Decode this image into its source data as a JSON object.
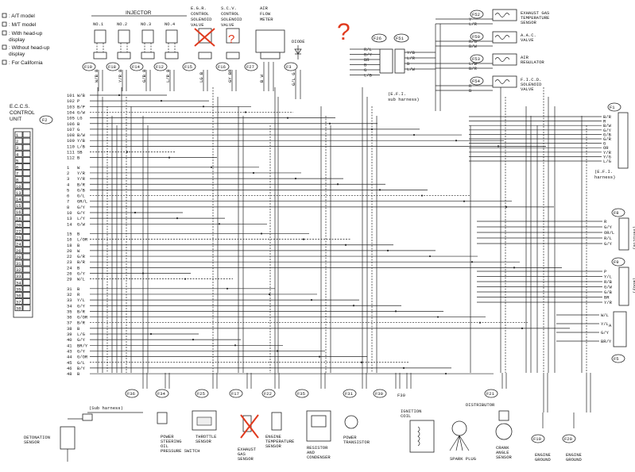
{
  "legend": [
    ": A/T model",
    ": M/T model",
    ": With head-up",
    "  display",
    ": Without head-up",
    "  display",
    ": For California"
  ],
  "ecu": {
    "title_1": "E.C.C.S.",
    "title_2": "CONTROL",
    "title_3": "UNIT",
    "connector": "F2"
  },
  "top_group_label": "INJECTOR",
  "injectors": [
    {
      "label": "NO.1",
      "conn": "F19",
      "wires": "W/B  B"
    },
    {
      "label": "NO.2",
      "conn": "F18",
      "wires": "Y/R  B"
    },
    {
      "label": "NO.3",
      "conn": "F14",
      "wires": "G/B  B"
    },
    {
      "label": "NO.4",
      "conn": "F12",
      "wires": "L/R  B"
    }
  ],
  "egr": {
    "l1": "E.G.R.",
    "l2": "CONTROL",
    "l3": "SOLENOID",
    "l4": "VALVE",
    "conn": "F15",
    "wires": "LG  B"
  },
  "scv": {
    "l1": "S.C.V.",
    "l2": "CONTROL",
    "l3": "SOLENOID",
    "l4": "VALVE",
    "conn": "F16",
    "wires": "GY  BR"
  },
  "afm": {
    "l1": "AIR",
    "l2": "FLOW",
    "l3": "METER",
    "conn": "F27",
    "wires": "B  W"
  },
  "diode": {
    "label": "DIODE",
    "conn": "F3",
    "wires": "G/L  G"
  },
  "question_marks": [
    "?",
    "?"
  ],
  "f26": {
    "conn": "F26",
    "wires": [
      "R/L",
      "B/Y",
      "BR",
      "B",
      "G",
      "L/B"
    ]
  },
  "f51": {
    "conn": "F51",
    "wires": [
      "Y/B",
      "L/R",
      "B",
      "L/W"
    ]
  },
  "efi_sub": "(E.F.I.\n sub harness)",
  "right_top": [
    {
      "conn": "F52",
      "l1": "EXHAUST GAS",
      "l2": "TEMPERATURE",
      "l3": "SENSOR",
      "wires": "Y  L/R"
    },
    {
      "conn": "F50",
      "l1": "A.A.C.",
      "l2": "VALVE",
      "l3": "",
      "wires": "R/G  B/W"
    },
    {
      "conn": "F53",
      "l1": "AIR",
      "l2": "REGULATOR",
      "l3": "",
      "wires": "L/W  B/R"
    },
    {
      "conn": "F54",
      "l1": "F.I.C.D.",
      "l2": "SOLENOID",
      "l3": "VALVE",
      "wires": "R  B"
    }
  ],
  "f1": {
    "conn": "F1",
    "wires": [
      "B/R",
      "R",
      "B/W",
      "G/Y",
      "G/B",
      "G/R",
      "G",
      "OR",
      "Y/R",
      "Y/G",
      "L/G"
    ],
    "harness": "(E.F.I.\n harness)"
  },
  "f8": {
    "conn": "F8",
    "wires": [
      "R",
      "G/Y",
      "OR/L",
      "R/L",
      "G/Y"
    ],
    "side": "(Vehicle)"
  },
  "f9": {
    "conn": "F9",
    "wires": [
      "P",
      "Y/L",
      "R/B",
      "G/W",
      "G/B",
      "BR",
      "Y/R"
    ],
    "side": "(Body)"
  },
  "f5": {
    "conn": "F5",
    "wires": [
      "W/L",
      "Y/L",
      "G/Y",
      "BR/Y"
    ],
    "side": "A"
  },
  "ecu_left_wires": [
    "W/B",
    "P",
    "B/P",
    "G/W",
    "LG",
    "B",
    "G",
    "B/W",
    "Y/B",
    "L/B",
    "SB",
    "B",
    "W",
    "Y/R",
    "Y/R",
    "B/R",
    "G/B",
    "G/L",
    "GR/L",
    "G/Y",
    "G/Y",
    "L/Y",
    "G/W",
    "B",
    "L/OR",
    "B",
    "W",
    "G/R",
    "B/R",
    "B",
    "G/Y",
    "W/L",
    "B",
    "R",
    "Y/L",
    "G/Y",
    "B/R",
    "G/OR",
    "B/R",
    "B",
    "L/G",
    "G/Y",
    "BR/Y",
    "G/Y",
    "G/OR",
    "G/L",
    "B/Y",
    "B"
  ],
  "pin_numbers": [
    "101",
    "102",
    "103",
    "104",
    "105",
    "106",
    "107",
    "108",
    "109",
    "110",
    "111",
    "112",
    "1",
    "2",
    "3",
    "4",
    "5",
    "6",
    "7",
    "8",
    "10",
    "13",
    "14",
    "15",
    "16",
    "18",
    "20",
    "22",
    "23",
    "24",
    "26",
    "29",
    "31",
    "32",
    "33",
    "34",
    "35",
    "36",
    "37",
    "38",
    "39",
    "40",
    "41",
    "43",
    "44",
    "45",
    "46",
    "48"
  ],
  "bottom": [
    {
      "conn": "F36",
      "l1": "DETONATION",
      "l2": "SENSOR",
      "l3": "",
      "l4": ""
    },
    {
      "conn": "F34",
      "l1": "POWER",
      "l2": "STEERING",
      "l3": "OIL",
      "l4": "PRESSURE SWITCH"
    },
    {
      "conn": "F25",
      "l1": "THROTTLE",
      "l2": "SENSOR",
      "l3": "",
      "l4": ""
    },
    {
      "conn": "F17",
      "l1": "EXHAUST",
      "l2": "GAS",
      "l3": "SENSOR",
      "l4": ""
    },
    {
      "conn": "F22",
      "l1": "ENGINE",
      "l2": "TEMPERATURE",
      "l3": "SENSOR",
      "l4": ""
    },
    {
      "conn": "F35",
      "l1": "RESISTOR",
      "l2": "AND",
      "l3": "CONDENSER",
      "l4": ""
    },
    {
      "conn": "F31",
      "l1": "POWER",
      "l2": "TRANSISTOR",
      "l3": "",
      "l4": ""
    },
    {
      "conn": "F30",
      "l1": "IGNITION",
      "l2": "COIL",
      "l3": "",
      "l4": ""
    },
    {
      "conn": "F21",
      "l1": "CRANK",
      "l2": "ANGLE",
      "l3": "SENSOR",
      "l4": ""
    },
    {
      "conn": "F10",
      "l1": "ENGINE",
      "l2": "GROUND",
      "l3": "",
      "l4": ""
    },
    {
      "conn": "F20",
      "l1": "ENGINE",
      "l2": "GROUND",
      "l3": "",
      "l4": ""
    }
  ],
  "sub_harness": "(Sub harness)",
  "distributor": "DISTRIBUTOR",
  "spark_plug": "SPARK PLUG",
  "f30b": "F30",
  "colors": {
    "ink": "#111111",
    "annotation_red": "#e03a1e"
  }
}
